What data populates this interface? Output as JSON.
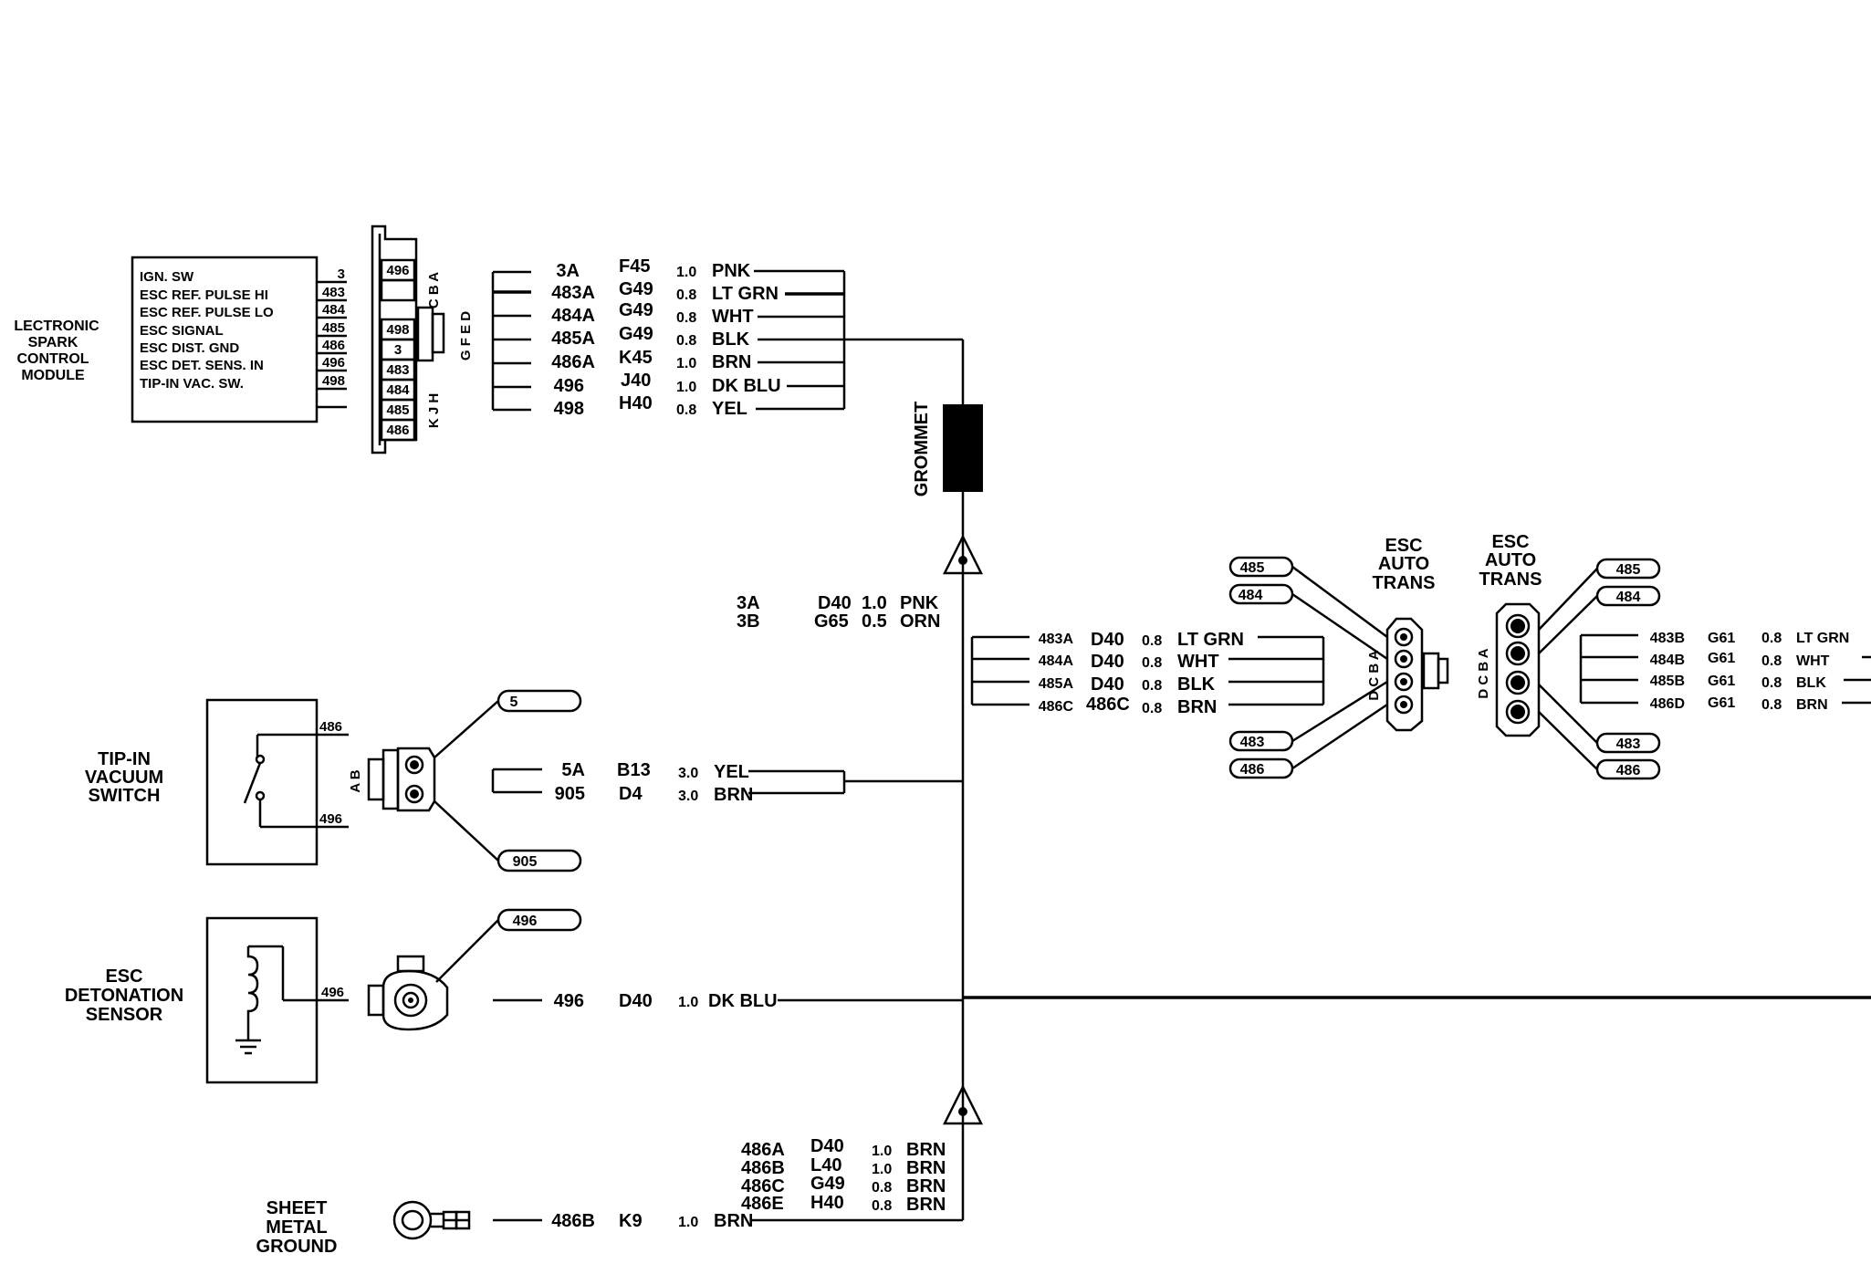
{
  "ecm_module": {
    "title_lines": [
      "LECTRONIC",
      "SPARK",
      "CONTROL",
      "MODULE"
    ],
    "functions": [
      {
        "label": "IGN. SW",
        "pin": "3"
      },
      {
        "label": "ESC REF. PULSE HI",
        "pin": "483"
      },
      {
        "label": "ESC REF. PULSE LO",
        "pin": "484"
      },
      {
        "label": "ESC SIGNAL",
        "pin": "485"
      },
      {
        "label": "ESC DIST. GND",
        "pin": "486"
      },
      {
        "label": "ESC DET. SENS. IN",
        "pin": "496"
      },
      {
        "label": "TIP-IN VAC. SW.",
        "pin": "498"
      }
    ],
    "connector_cavities": [
      "496",
      "",
      "498",
      "3",
      "483",
      "484",
      "485",
      "486"
    ],
    "connector_letters_top": "C B A",
    "connector_letters_mid": "G F E D",
    "connector_letters_bot": "K J H"
  },
  "ecm_wires": [
    {
      "circuit": "3A",
      "loc": "F45",
      "size": "1.0",
      "color": "PNK"
    },
    {
      "circuit": "483A",
      "loc": "G49",
      "size": "0.8",
      "color": "LT GRN"
    },
    {
      "circuit": "484A",
      "loc": "G49",
      "size": "0.8",
      "color": "WHT"
    },
    {
      "circuit": "485A",
      "loc": "G49",
      "size": "0.8",
      "color": "BLK"
    },
    {
      "circuit": "486A",
      "loc": "K45",
      "size": "1.0",
      "color": "BRN"
    },
    {
      "circuit": "496",
      "loc": "J40",
      "size": "1.0",
      "color": "DK BLU"
    },
    {
      "circuit": "498",
      "loc": "H40",
      "size": "0.8",
      "color": "YEL"
    }
  ],
  "grommet_label": "GROMMET",
  "splice_top_wires": [
    {
      "circuit": "3A",
      "loc": "D40",
      "size": "1.0",
      "color": "PNK"
    },
    {
      "circuit": "3B",
      "loc": "G65",
      "size": "0.5",
      "color": "ORN"
    }
  ],
  "trans_wires_left": [
    {
      "circuit": "483A",
      "loc": "D40",
      "size": "0.8",
      "color": "LT GRN"
    },
    {
      "circuit": "484A",
      "loc": "D40",
      "size": "0.8",
      "color": "WHT"
    },
    {
      "circuit": "485A",
      "loc": "D40",
      "size": "0.8",
      "color": "BLK"
    },
    {
      "circuit": "486C",
      "loc": "486C",
      "size": "0.8",
      "color": "BRN"
    }
  ],
  "trans_wires_right": [
    {
      "circuit": "483B",
      "loc": "G61",
      "size": "0.8",
      "color": "LT GRN"
    },
    {
      "circuit": "484B",
      "loc": "G61",
      "size": "0.8",
      "color": "WHT"
    },
    {
      "circuit": "485B",
      "loc": "G61",
      "size": "0.8",
      "color": "BLK"
    },
    {
      "circuit": "486D",
      "loc": "G61",
      "size": "0.8",
      "color": "BRN"
    }
  ],
  "esc_auto_trans_left": {
    "title_lines": [
      "ESC",
      "AUTO",
      "TRANS"
    ],
    "letters": "D C B A",
    "tags_top": [
      "485",
      "484"
    ],
    "tags_bot": [
      "483",
      "486"
    ]
  },
  "esc_auto_trans_right": {
    "title_lines": [
      "ESC",
      "AUTO",
      "TRANS"
    ],
    "letters": "D C B A",
    "tags_top": [
      "485",
      "484"
    ],
    "tags_bot": [
      "483",
      "486"
    ]
  },
  "tip_in": {
    "title_lines": [
      "TIP-IN",
      "VACUUM",
      "SWITCH"
    ],
    "pin_top": "486",
    "pin_bot": "496",
    "connector_letters": "A B",
    "tag_top": "5",
    "tag_bot": "905",
    "wires": [
      {
        "circuit": "5A",
        "loc": "B13",
        "size": "3.0",
        "color": "YEL"
      },
      {
        "circuit": "905",
        "loc": "D4",
        "size": "3.0",
        "color": "BRN"
      }
    ]
  },
  "detonation": {
    "title_lines": [
      "ESC",
      "DETONATION",
      "SENSOR"
    ],
    "pin": "496",
    "tag": "496",
    "wire": {
      "circuit": "496",
      "loc": "D40",
      "size": "1.0",
      "color": "DK BLU"
    }
  },
  "ground_splice_wires": [
    {
      "circuit": "486A",
      "loc": "D40",
      "size": "1.0",
      "color": "BRN"
    },
    {
      "circuit": "486B",
      "loc": "L40",
      "size": "1.0",
      "color": "BRN"
    },
    {
      "circuit": "486C",
      "loc": "G49",
      "size": "0.8",
      "color": "BRN"
    },
    {
      "circuit": "486E",
      "loc": "H40",
      "size": "0.8",
      "color": "BRN"
    }
  ],
  "ground": {
    "title_lines": [
      "SHEET",
      "METAL",
      "GROUND"
    ],
    "wire": {
      "circuit": "486B",
      "loc": "K9",
      "size": "1.0",
      "color": "BRN"
    }
  }
}
